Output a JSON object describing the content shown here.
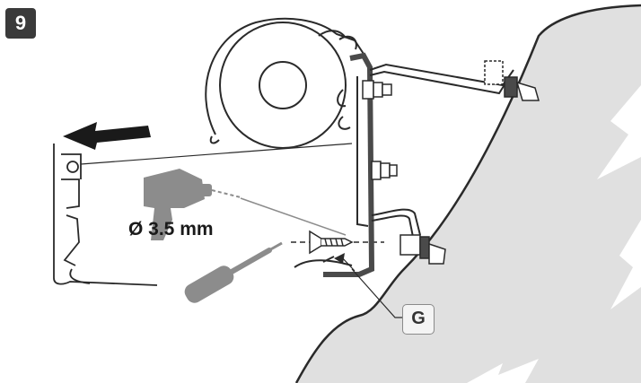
{
  "step": {
    "number": "9"
  },
  "drill": {
    "diameter_label": "Ø 3.5 mm"
  },
  "callout": {
    "label": "G"
  },
  "icons": {
    "arrow": "arrow-left-icon",
    "drill": "power-drill-icon",
    "screwdriver": "screwdriver-icon",
    "screw": "countersunk-screw-icon"
  },
  "colors": {
    "badge": "#3a3a3a",
    "line": "#2a2a2a",
    "wall": "#e0e0e0",
    "tool_grey": "#8c8c8c",
    "bracket_dark": "#4a4a4a"
  }
}
